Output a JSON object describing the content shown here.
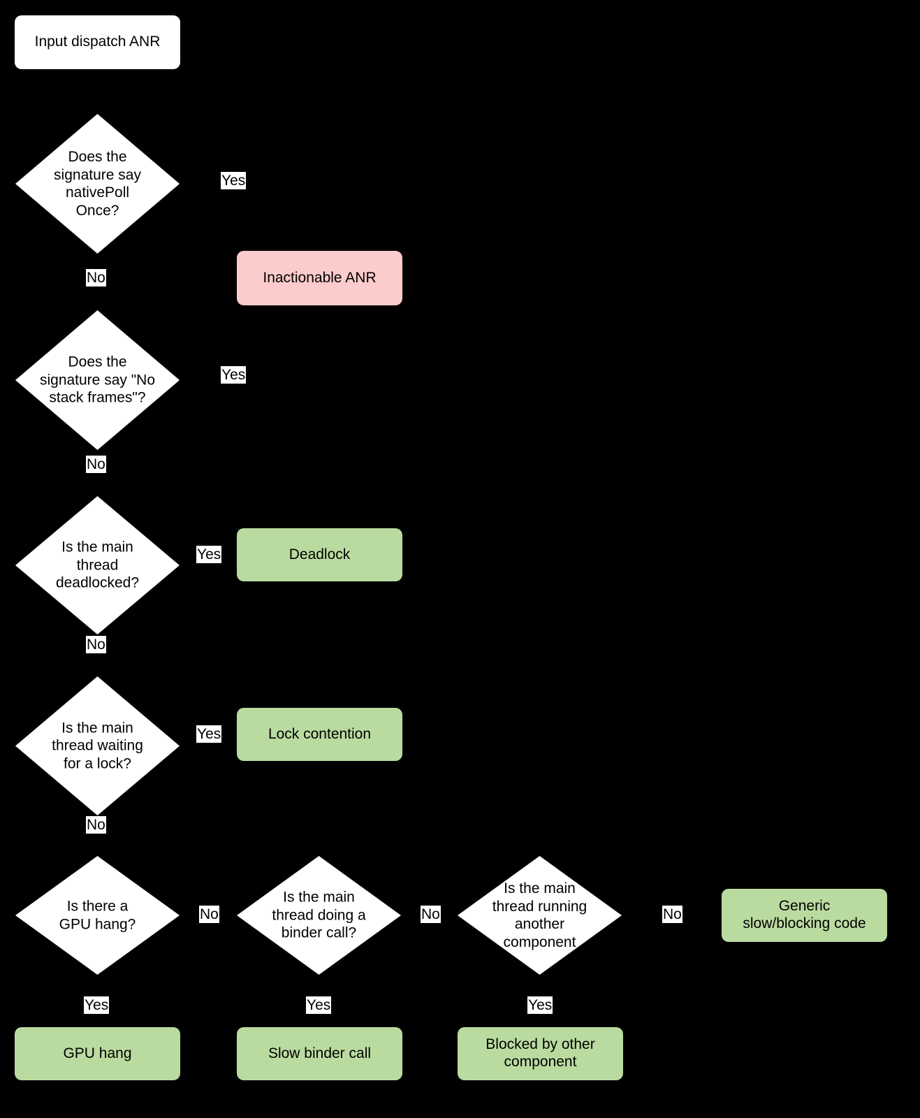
{
  "diagram": {
    "title": "Input dispatch ANR triage flowchart",
    "background_color": "#000000",
    "colors": {
      "terminal_fill": "#ffffff",
      "decision_fill": "#ffffff",
      "negative_result_fill": "#fccbcb",
      "positive_result_fill": "#badba0",
      "text": "#000000",
      "edge_label_fill": "#ffffff"
    }
  },
  "nodes": {
    "start": {
      "label": "Input dispatch ANR",
      "type": "terminal"
    },
    "d1": {
      "label": "Does the\nsignature say\nnativePoll\nOnce?",
      "type": "decision"
    },
    "d2": {
      "label": "Does the\nsignature say \"No\nstack frames\"?",
      "type": "decision"
    },
    "d3": {
      "label": "Is the main\nthread\ndeadlocked?",
      "type": "decision"
    },
    "d4": {
      "label": "Is the main\nthread waiting\nfor a lock?",
      "type": "decision"
    },
    "d5": {
      "label": "Is there a\nGPU hang?",
      "type": "decision"
    },
    "d6": {
      "label": "Is the main\nthread doing a\nbinder call?",
      "type": "decision"
    },
    "d7": {
      "label": "Is the main\nthread running\nanother\ncomponent",
      "type": "decision"
    },
    "r_inactionable": {
      "label": "Inactionable ANR",
      "type": "result-bad"
    },
    "r_deadlock": {
      "label": "Deadlock",
      "type": "result-good"
    },
    "r_lock": {
      "label": "Lock contention",
      "type": "result-good"
    },
    "r_generic": {
      "label": "Generic\nslow/blocking code",
      "type": "result-good"
    },
    "r_gpu": {
      "label": "GPU hang",
      "type": "result-good"
    },
    "r_binder": {
      "label": "Slow binder call",
      "type": "result-good"
    },
    "r_blocked": {
      "label": "Blocked by other\ncomponent",
      "type": "result-good"
    }
  },
  "edge_labels": {
    "d1_yes": "Yes",
    "d1_no": "No",
    "d2_yes": "Yes",
    "d2_no": "No",
    "d3_yes": "Yes",
    "d3_no": "No",
    "d4_yes": "Yes",
    "d4_no": "No",
    "d5_no": "No",
    "d5_yes": "Yes",
    "d6_no": "No",
    "d6_yes": "Yes",
    "d7_no": "No",
    "d7_yes": "Yes"
  },
  "flow": [
    {
      "from": "start",
      "to": "d1",
      "label": ""
    },
    {
      "from": "d1",
      "to": "r_inactionable",
      "label": "Yes"
    },
    {
      "from": "d1",
      "to": "d2",
      "label": "No"
    },
    {
      "from": "d2",
      "to": "r_inactionable",
      "label": "Yes"
    },
    {
      "from": "d2",
      "to": "d3",
      "label": "No"
    },
    {
      "from": "d3",
      "to": "r_deadlock",
      "label": "Yes"
    },
    {
      "from": "d3",
      "to": "d4",
      "label": "No"
    },
    {
      "from": "d4",
      "to": "r_lock",
      "label": "Yes"
    },
    {
      "from": "d4",
      "to": "d5",
      "label": "No"
    },
    {
      "from": "d5",
      "to": "r_gpu",
      "label": "Yes"
    },
    {
      "from": "d5",
      "to": "d6",
      "label": "No"
    },
    {
      "from": "d6",
      "to": "r_binder",
      "label": "Yes"
    },
    {
      "from": "d6",
      "to": "d7",
      "label": "No"
    },
    {
      "from": "d7",
      "to": "r_blocked",
      "label": "Yes"
    },
    {
      "from": "d7",
      "to": "r_generic",
      "label": "No"
    }
  ]
}
